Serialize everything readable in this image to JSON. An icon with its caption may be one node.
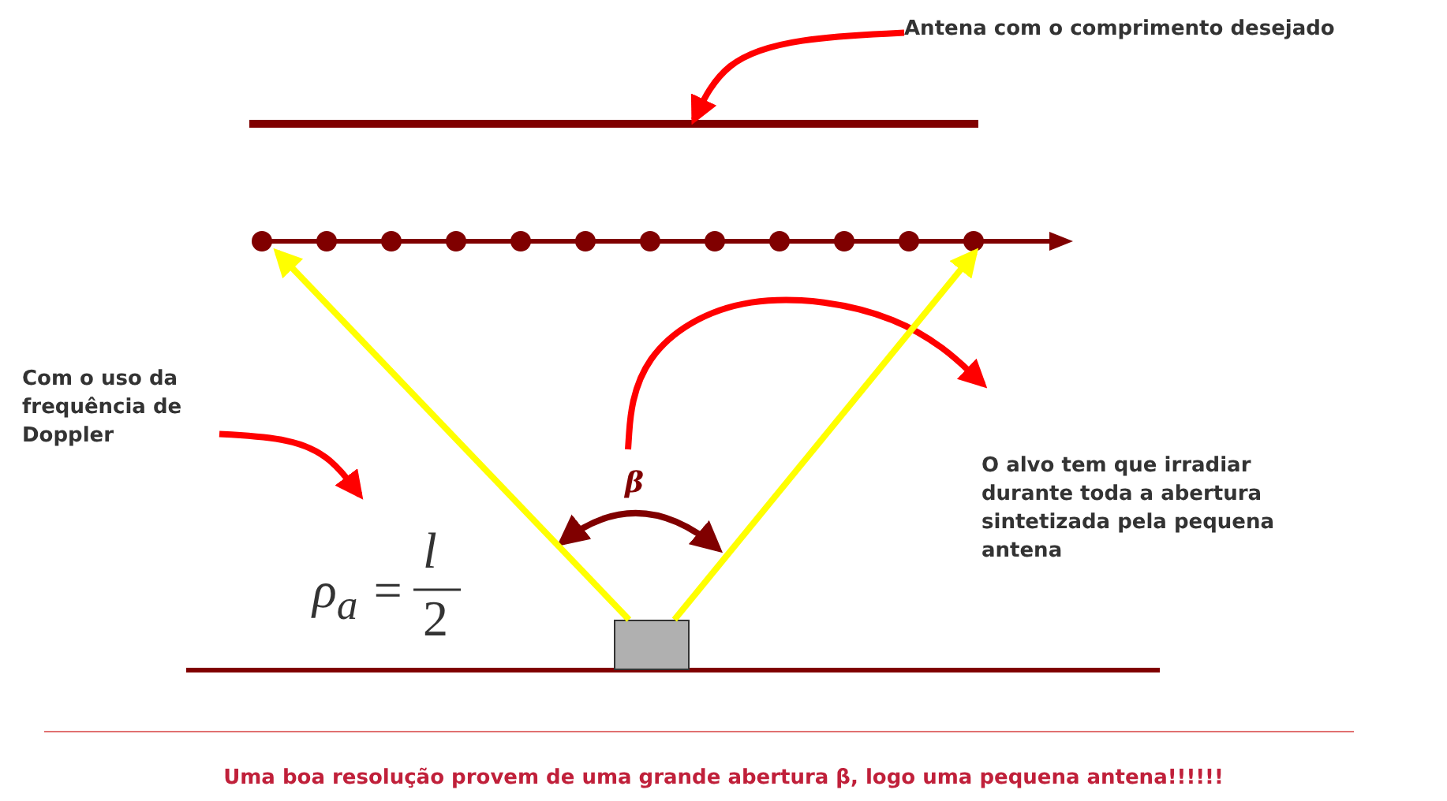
{
  "diagram": {
    "caption": "Uma boa resolução provem de uma grande abertura β, logo uma pequena antena!!!!!!",
    "nodes": [
      {
        "text": [
          "Antena com o  comprimento desejado"
        ]
      },
      {
        "text": [],
        "shape": "bar"
      },
      {
        "text": [
          "Com o uso da frequência de Doppler"
        ]
      },
      {
        "text": [
          "O alvo tem que irradiar durante toda a abertura sintetizada pela pequena antena"
        ]
      },
      {
        "text": [],
        "shape": "box"
      },
      {
        "text": [],
        "shape": "bar"
      }
    ],
    "edges": [
      {
        "from": 0,
        "to": 1,
        "arrow": "to",
        "color": "#ff0000"
      },
      {
        "from": 2,
        "to": null,
        "arrow": "to",
        "color": "#ff0000"
      },
      {
        "from": null,
        "to": 3,
        "arrow": "to",
        "color": "#ff0000"
      },
      {
        "from": 4,
        "to": 5,
        "arrow": "to",
        "color": "#ffff00"
      },
      {
        "from": 4,
        "to": 5,
        "arrow": "to",
        "color": "#ffff00"
      }
    ],
    "labels": [
      "β",
      "ρ$_{a}$ =",
      "l",
      "2"
    ]
  }
}
